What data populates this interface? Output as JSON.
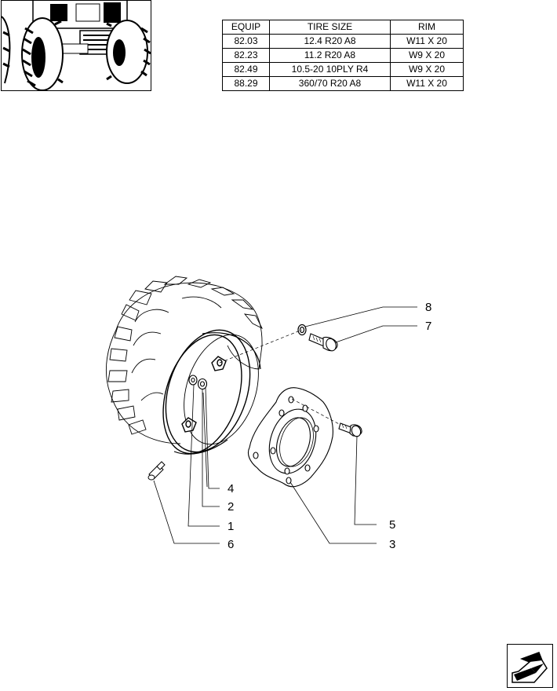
{
  "table": {
    "headers": [
      "EQUIP",
      "TIRE SIZE",
      "RIM"
    ],
    "rows": [
      {
        "equip": "82.03",
        "tire_size": "12.4 R20 A8",
        "rim": "W11 X 20"
      },
      {
        "equip": "82.23",
        "tire_size": "11.2 R20 A8",
        "rim": "W9 X 20"
      },
      {
        "equip": "82.49",
        "tire_size": "10.5-20 10PLY R4",
        "rim": "W9 X 20"
      },
      {
        "equip": "88.29",
        "tire_size": "360/70 R20 A8",
        "rim": "W11 X 20"
      }
    ]
  },
  "callouts": {
    "c1": "1",
    "c2": "2",
    "c3": "3",
    "c4": "4",
    "c5": "5",
    "c6": "6",
    "c7": "7",
    "c8": "8"
  },
  "icons": {
    "thumbnail": "tractor-front-thumbnail-icon",
    "navigation": "next-page-arrow-icon"
  }
}
